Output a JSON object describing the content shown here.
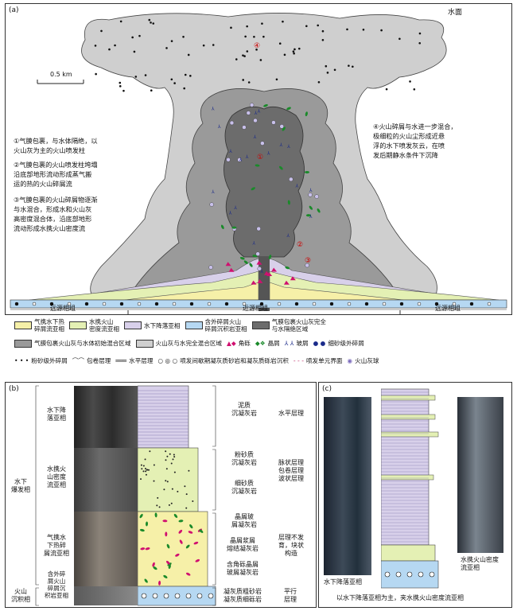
{
  "panel_a": {
    "tag": "(a)",
    "water_surface": "水面",
    "scale_label": "0.5 km",
    "zone_numbers": [
      "④",
      "①",
      "②",
      "③"
    ],
    "annotations_left": [
      "①气膜包裹，与水体隔绝，以\n火山灰为主的火山喷发柱",
      "②气膜包裹的火山喷发柱垮塌\n沿底部地形流动形成蒸气搬\n运的热的火山碎屑流",
      "③气膜包裹的火山碎屑物逐渐\n与水混合，形成水和火山灰\n高密度混合体，沿底部地形\n流动形成水携火山密度流"
    ],
    "annotation_right": "④火山碎屑与水进一步混合，\n极细粒的火山尘形成近悬\n浮的水下喷发灰云，在喷\n发后期静水条件下沉降",
    "facies_groups": {
      "left": "远源相组",
      "center": "近源相组",
      "right": "远源相组"
    }
  },
  "legend": {
    "row1": [
      "气携水下热\n碎屑流亚相",
      "水携火山\n密度流亚相",
      "水下降落亚相",
      "含外碎屑火山\n碎屑沉积岩亚相",
      "气膜包裹火山灰完全\n与水隔绝区域"
    ],
    "row2": [
      "气膜包裹火山灰与水体初始混合区域",
      "火山灰与水完全混合区域",
      "角砾",
      "晶屑",
      "玻屑",
      "细砂级外碎屑"
    ],
    "row3": [
      "粉砂级外碎屑",
      "包卷层理",
      "水平层理",
      "喷发间歇期凝灰质砂岩和凝灰质砾岩沉积",
      "喷发单元界面",
      "火山灰球"
    ],
    "colors": {
      "hot_flow": "#f6f0a8",
      "density_flow": "#e4f0b4",
      "fallout": "#d8d0ea",
      "sedimentary": "#b6d8f2",
      "isolated": "#6c6c6c",
      "initial_mix": "#9a9a9a",
      "full_mix": "#cfcfcf"
    }
  },
  "panel_b": {
    "tag": "(b)",
    "subfacies": [
      "水下降\n落亚相",
      "水携火\n山密度\n流亚相",
      "气携水\n下热碎\n屑流亚相",
      "含外碎\n屑火山\n碎屑沉\n积岩亚相"
    ],
    "groups": [
      "水下\n爆发相",
      "火山\n沉积相"
    ],
    "lithology": [
      "泥质\n沉凝灰岩",
      "粉砂质\n沉凝灰岩",
      "细砂质\n沉凝灰岩",
      "晶屑玻\n屑凝灰岩",
      "晶屑浆屑\n熔结凝灰岩",
      "含角砾晶屑\n玻屑凝灰岩",
      "凝灰质粗砂岩\n凝灰质细砾岩"
    ],
    "structures": [
      "水平层理",
      "脉状层理\n包卷层理\n波状层理",
      "层理不发\n育，块状\n构造",
      "平行\n层理"
    ]
  },
  "panel_c": {
    "tag": "(c)",
    "left_photo_label": "水下降落亚相",
    "right_photo_label": "水携火山密度\n流亚相",
    "caption": "以水下降落亚相为主，夹水携火山密度流亚相"
  }
}
